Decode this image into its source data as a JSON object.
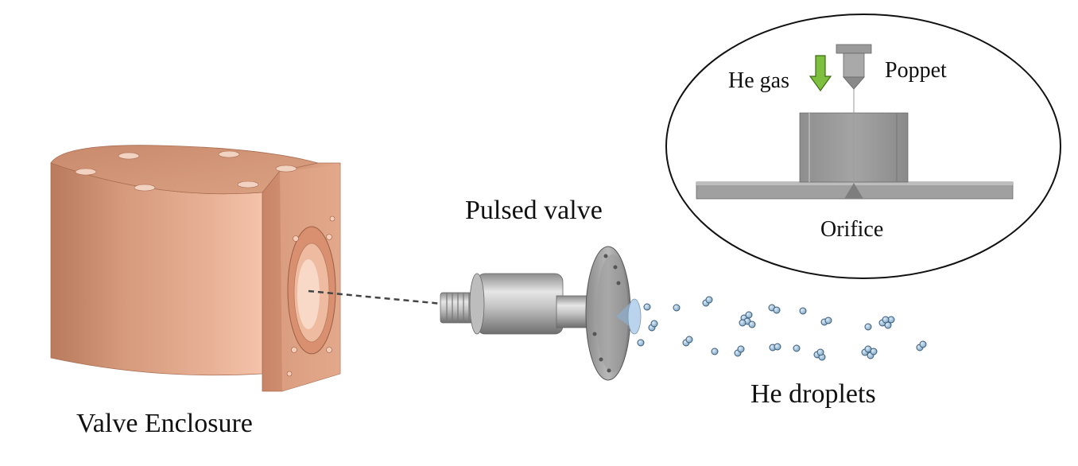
{
  "labels": {
    "valve_enclosure": "Valve Enclosure",
    "pulsed_valve": "Pulsed valve",
    "he_droplets": "He droplets",
    "he_gas": "He gas",
    "poppet": "Poppet",
    "orifice": "Orifice"
  },
  "colors": {
    "copper": "#d99a7a",
    "steel": "#a8a8a8",
    "arrow": "#7fbf3f",
    "droplet": "#9ec3e0"
  }
}
